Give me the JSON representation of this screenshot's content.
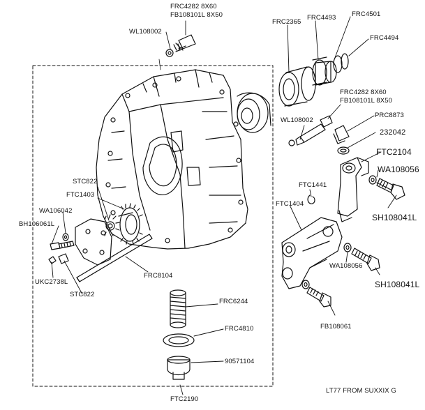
{
  "labels": {
    "frc4282_8x60_top": "FRC4282 8X60",
    "fb108101l_8x50_top": "FB108101L 8X50",
    "wl108002_top": "WL108002",
    "frc2365": "FRC2365",
    "frc4493": "FRC4493",
    "frc4501": "FRC4501",
    "frc4494": "FRC4494",
    "frc4282_8x60_right": "FRC4282 8X60",
    "fb108101l_8x50_right": "FB108101L 8X50",
    "wl108002_right": "WL108002",
    "prc8873": "PRC8873",
    "p232042": "232042",
    "ftc2104": "FTC2104",
    "wa108056_right": "WA108056",
    "sh108041l_upper": "SH108041L",
    "ftc1441": "FTC1441",
    "ftc1404": "FTC1404",
    "wa108056_lower": "WA108056",
    "sh108041l_lower": "SH108041L",
    "fb108061": "FB108061",
    "stc822_upper": "STC822",
    "ftc1403": "FTC1403",
    "wa106042": "WA106042",
    "bh106061l": "BH106061L",
    "ukc2738l": "UKC2738L",
    "stc822_lower": "STC822",
    "frc8104": "FRC8104",
    "frc6244": "FRC6244",
    "frc4810": "FRC4810",
    "p90571104": "90571104",
    "ftc2190": "FTC2190",
    "caption": "LT77 FROM SUXXIX G"
  }
}
